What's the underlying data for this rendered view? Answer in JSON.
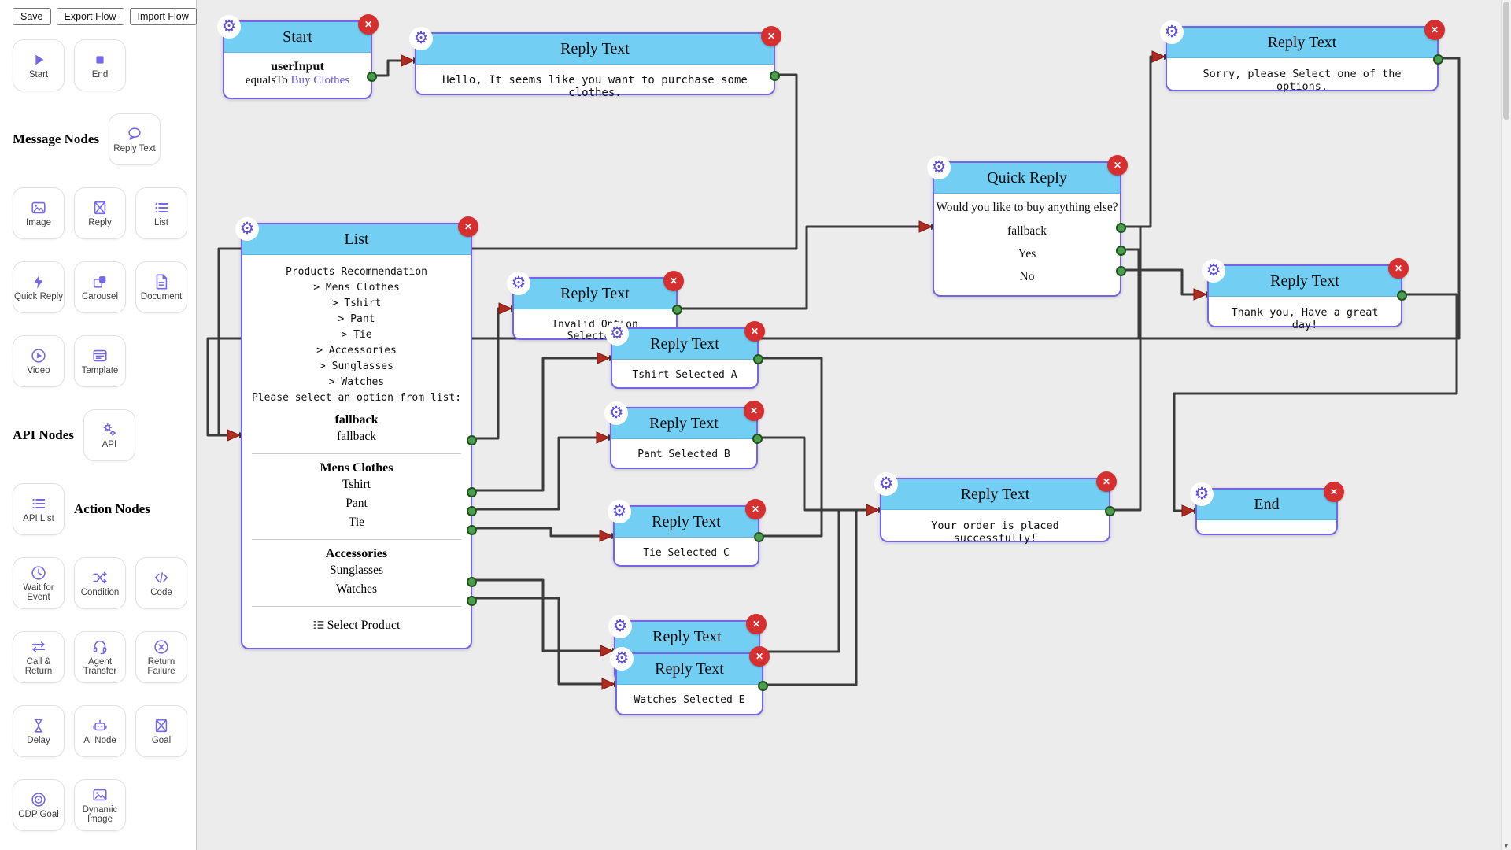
{
  "toolbar": {
    "save": "Save",
    "export": "Export Flow",
    "import": "Import Flow"
  },
  "palette": {
    "sections": {
      "message": "Message Nodes",
      "api": "API Nodes",
      "action": "Action Nodes"
    },
    "items": {
      "start": "Start",
      "end": "End",
      "reply_text": "Reply Text",
      "image": "Image",
      "reply": "Reply",
      "list": "List",
      "quick_reply": "Quick Reply",
      "carousel": "Carousel",
      "document": "Document",
      "video": "Video",
      "template": "Template",
      "api": "API",
      "api_list": "API List",
      "wait_for_event": "Wait for Event",
      "condition": "Condition",
      "code": "Code",
      "call_return": "Call & Return",
      "agent_transfer": "Agent Transfer",
      "return_failure": "Return Failure",
      "delay": "Delay",
      "ai_node": "AI Node",
      "goal": "Goal",
      "cdp_goal": "CDP Goal",
      "dynamic_image": "Dynamic Image"
    }
  },
  "flow": {
    "start": {
      "title": "Start",
      "field": "userInput",
      "operator": "equalsTo",
      "value": "Buy Clothes"
    },
    "hello": {
      "title": "Reply Text",
      "text": "Hello, It seems like you want to purchase some clothes."
    },
    "list": {
      "title": "List",
      "preview_lines": [
        "Products Recommendation",
        "> Mens Clothes",
        "> Tshirt",
        "> Pant",
        "> Tie",
        "> Accessories",
        "> Sunglasses",
        "> Watches",
        "Please select an option from list:"
      ],
      "fallback_header": "fallback",
      "fallback_option": "fallback",
      "sections": [
        {
          "header": "Mens Clothes",
          "options": [
            "Tshirt",
            "Pant",
            "Tie"
          ]
        },
        {
          "header": "Accessories",
          "options": [
            "Sunglasses",
            "Watches"
          ]
        }
      ],
      "footer": "Select Product"
    },
    "invalid": {
      "title": "Reply Text",
      "text": "Invalid Option Selected!"
    },
    "tshirt": {
      "title": "Reply Text",
      "text": "Tshirt Selected A"
    },
    "pant": {
      "title": "Reply Text",
      "text": "Pant Selected B"
    },
    "tie": {
      "title": "Reply Text",
      "text": "Tie Selected C"
    },
    "stack_top": {
      "title": "Reply Text"
    },
    "watches": {
      "title": "Reply Text",
      "text": "Watches Selected E"
    },
    "order": {
      "title": "Reply Text",
      "text": "Your order is placed successfully!"
    },
    "quick_reply": {
      "title": "Quick Reply",
      "question": "Would you like to buy anything else?",
      "options": [
        "fallback",
        "Yes",
        "No"
      ]
    },
    "sorry": {
      "title": "Reply Text",
      "text": "Sorry, please Select one of the options."
    },
    "thankyou": {
      "title": "Reply Text",
      "text": "Thank you, Have a great day!"
    },
    "end": {
      "title": "End"
    },
    "close_glyph": "✕",
    "gear_glyph": "⚙"
  },
  "colors": {
    "accent": "#7568e6",
    "node_border": "#7465e8",
    "header_bg": "#72cef3",
    "close_red": "#d62f2f",
    "handle_green": "#4a9e4f",
    "arrow_red": "#b02b20",
    "wire": "#3b3b3b",
    "canvas_bg": "#ececec"
  }
}
